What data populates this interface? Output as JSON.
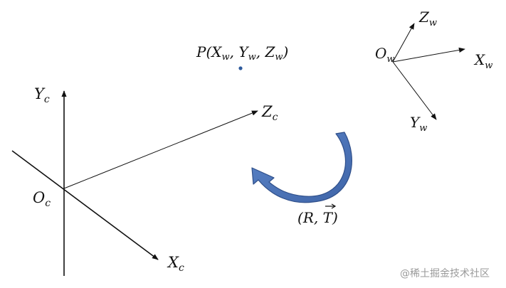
{
  "camera_frame": {
    "origin": {
      "main": "O",
      "sub": "c"
    },
    "x_axis": {
      "main": "X",
      "sub": "c"
    },
    "y_axis": {
      "main": "Y",
      "sub": "c"
    },
    "z_axis": {
      "main": "Z",
      "sub": "c"
    }
  },
  "world_frame": {
    "origin": {
      "main": "O",
      "sub": "w"
    },
    "x_axis": {
      "main": "X",
      "sub": "w"
    },
    "y_axis": {
      "main": "Y",
      "sub": "w"
    },
    "z_axis": {
      "main": "Z",
      "sub": "w"
    }
  },
  "point": {
    "name": "P",
    "coords": [
      {
        "main": "X",
        "sub": "w"
      },
      {
        "main": "Y",
        "sub": "w"
      },
      {
        "main": "Z",
        "sub": "w"
      }
    ]
  },
  "transform": {
    "rotation": "R",
    "translation": "T"
  },
  "colors": {
    "line": "#111111",
    "arrow_fill": "#4a72b8",
    "arrow_stroke": "#2f4f8a",
    "point": "#2e5a9c"
  },
  "watermark": "@稀土掘金技术社区"
}
